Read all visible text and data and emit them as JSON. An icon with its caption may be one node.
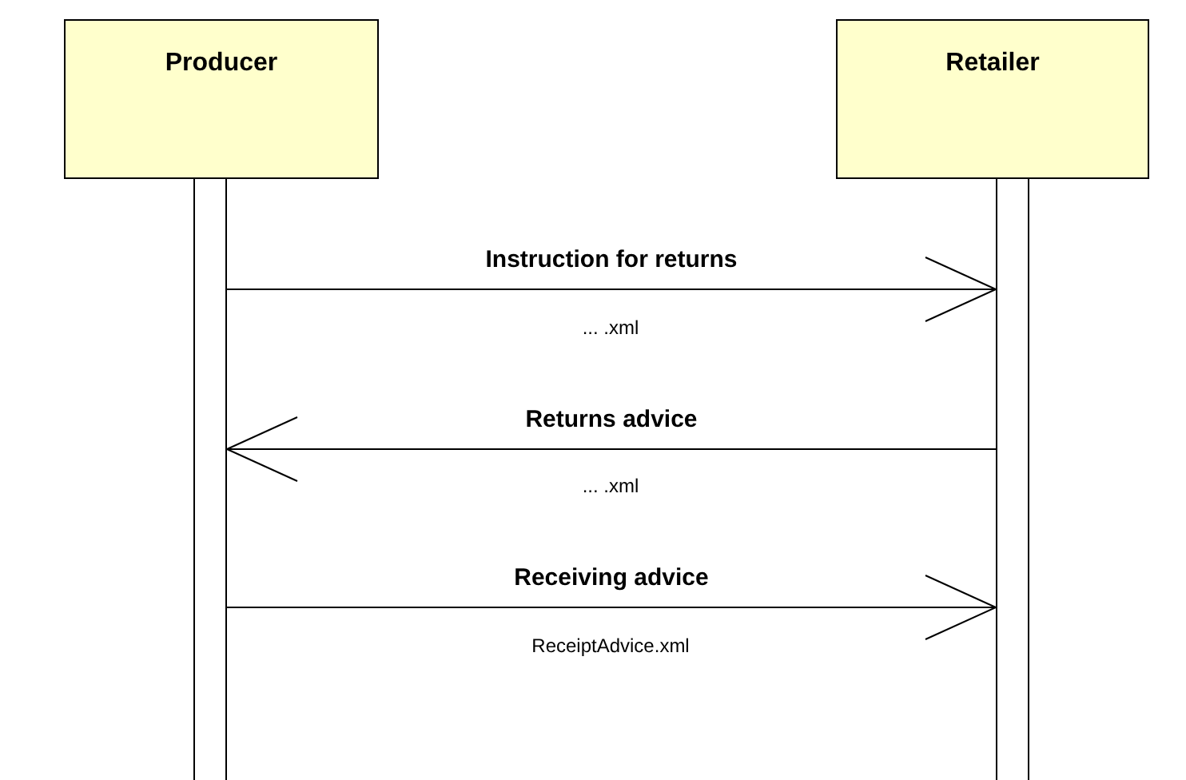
{
  "diagram": {
    "nodes": [
      {
        "text": [
          "Producer"
        ]
      },
      {
        "text": [
          "Retailer"
        ]
      },
      {
        "text": [],
        "shape": "bar"
      },
      {
        "text": [],
        "shape": "bar"
      }
    ],
    "edges": [
      {
        "from": 2,
        "to": 3,
        "arrow": "to",
        "label": "Instruction for returns"
      },
      {
        "from": 3,
        "to": 2,
        "arrow": "to",
        "label": "Returns advice"
      },
      {
        "from": 2,
        "to": 3,
        "arrow": "to",
        "label": "Receiving advice"
      }
    ],
    "labels": [
      "... .xml",
      "... .xml",
      "ReceiptAdvice.xml"
    ]
  }
}
